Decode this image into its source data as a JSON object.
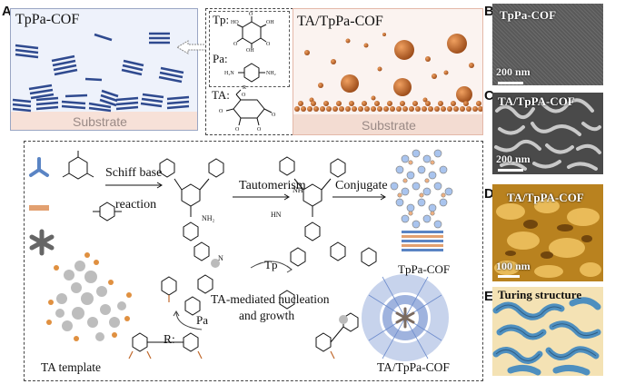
{
  "panel_letters": {
    "a": "A",
    "b": "B",
    "c": "C",
    "d": "D",
    "e": "E"
  },
  "panel_a": {
    "left_title": "TpPa-COF",
    "right_title": "TA/TpPa-COF",
    "substrate_left": "Substrate",
    "substrate_right": "Substrate",
    "tp_label": "Tp:",
    "pa_label": "Pa:",
    "ta_label": "TA:",
    "r_label": "R",
    "oh": "OH",
    "ho": "HO",
    "o": "O",
    "h2n": "H₂N",
    "nh2": "NH₂",
    "schiff_line1": "Schiff base",
    "schiff_line2": "reaction",
    "tautomerism": "Tautomerism",
    "conjugate": "Conjugate",
    "tppa_cof_label": "TpPa-COF",
    "tp_arrow": "Tp",
    "nucleation_line1": "TA-mediated nucleation",
    "nucleation_line2": "and growth",
    "pa_arrow": "Pa",
    "ta_template": "TA template",
    "r_colon": "R:",
    "ta_tppa_cof_label": "TA/TpPa-COF",
    "nh_label": "NH",
    "hn_label": "HN",
    "n_label": "N",
    "nh2_small": "NH₂"
  },
  "panel_b": {
    "label": "TpPa-COF",
    "scale": "200 nm"
  },
  "panel_c": {
    "label": "TA/TpPA-COF",
    "scale": "200 nm"
  },
  "panel_d": {
    "label": "TA/TpPA-COF",
    "scale": "100 nm"
  },
  "panel_e": {
    "label": "Turing structure"
  },
  "colors": {
    "cof_stack": "#2f4a8f",
    "nanoparticle": "#c0672a",
    "substrate": "#f7e1d8",
    "afm": "#c58a2a",
    "turing_blue": "#5b9bc6"
  }
}
